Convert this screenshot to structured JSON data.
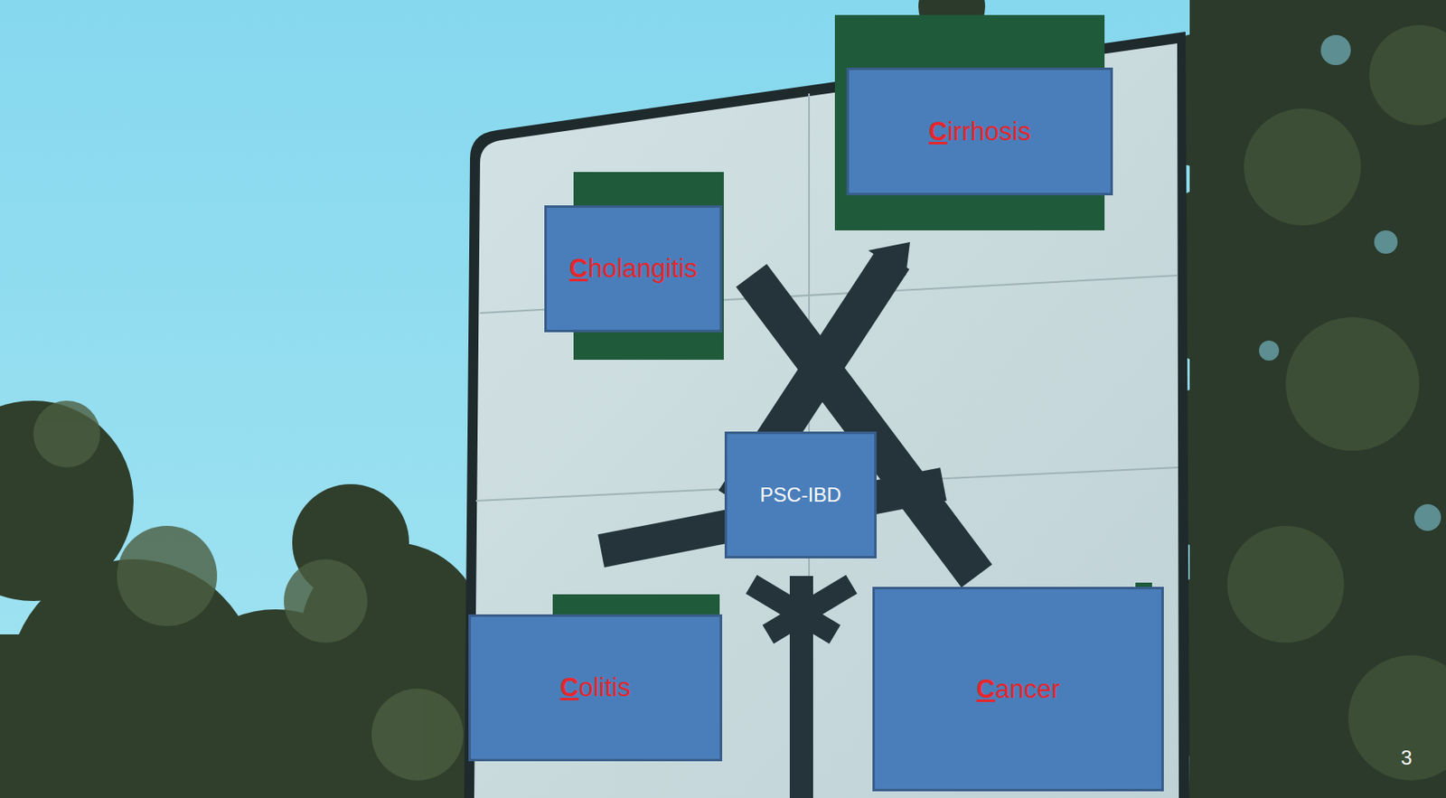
{
  "diagram": {
    "nodes": [
      {
        "text": [
          "Cirrhosis"
        ]
      },
      {
        "text": [
          "Cholangitis"
        ]
      },
      {
        "text": [
          "PSC-IBD"
        ]
      },
      {
        "text": [
          "Colitis"
        ]
      },
      {
        "text": [
          "Cancer"
        ]
      }
    ],
    "labels": [
      "3"
    ]
  }
}
